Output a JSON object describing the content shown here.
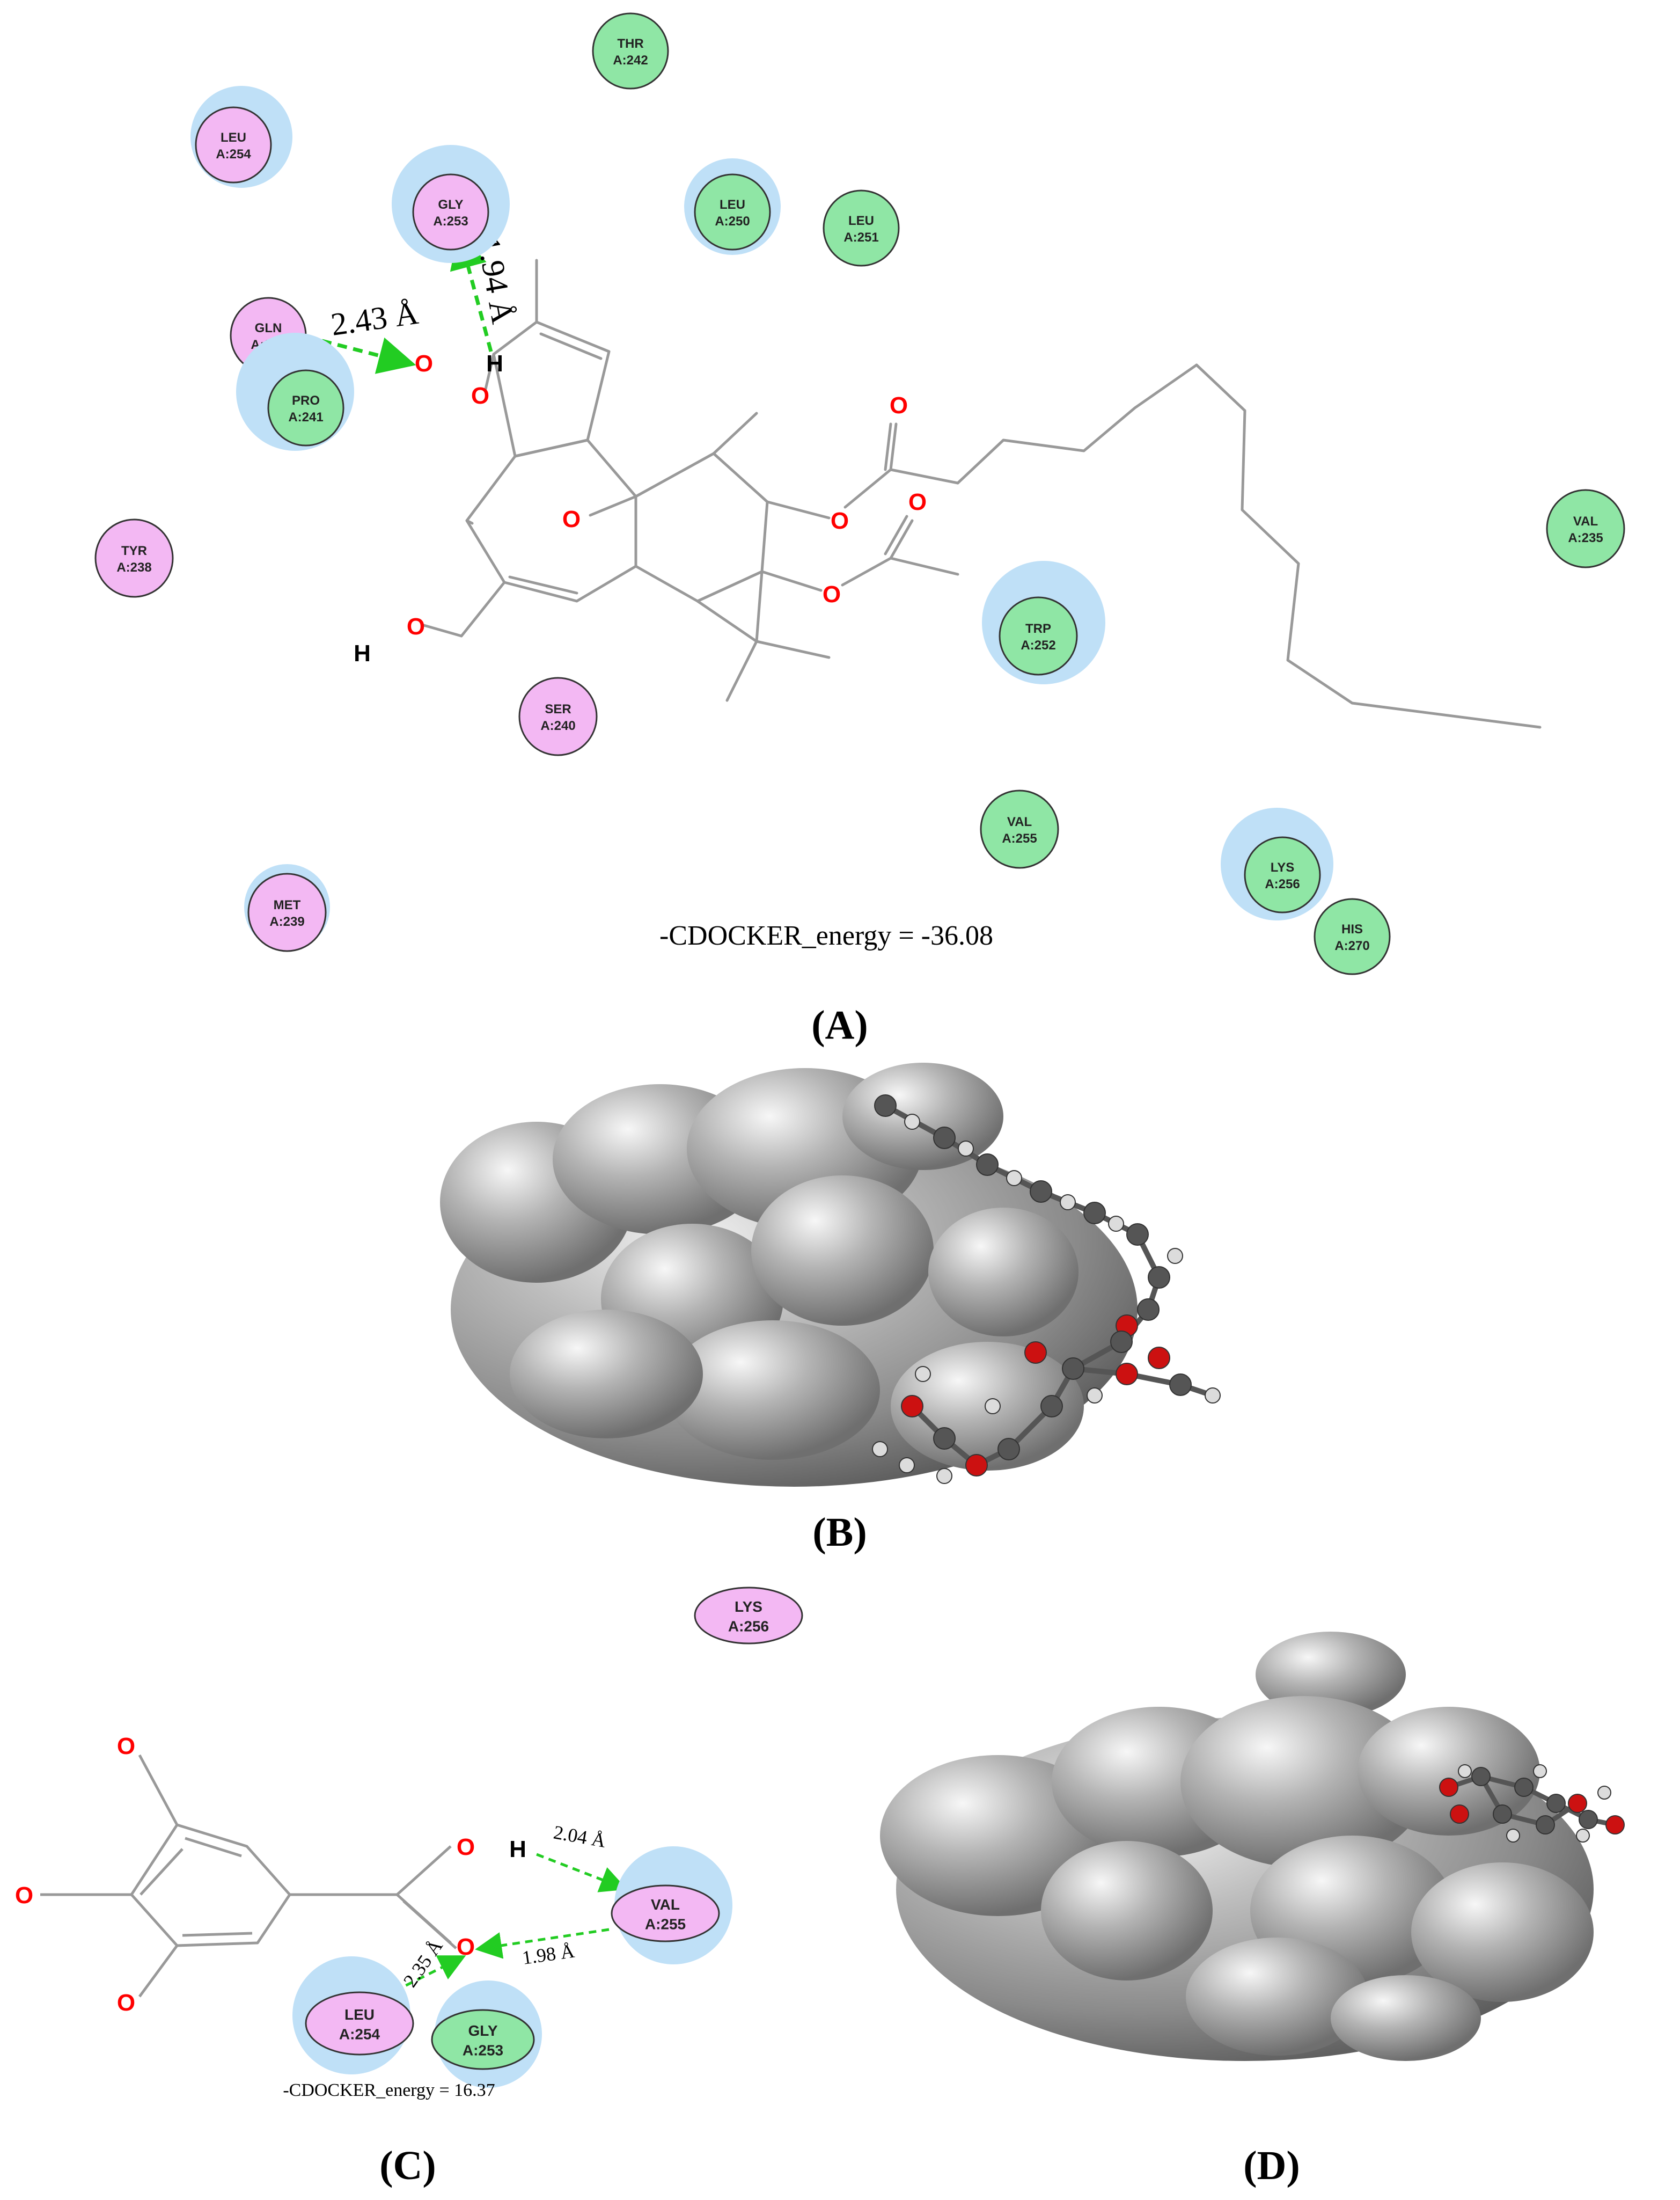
{
  "panels": {
    "a": {
      "label": "(A)",
      "energy": "-CDOCKER_energy = -36.08",
      "distances": [
        "1.94 Å",
        "2.43 Å"
      ],
      "residues": [
        {
          "name": "THR",
          "id": "A:242",
          "type": "vdw"
        },
        {
          "name": "LEU",
          "id": "A:254",
          "type": "alkyl"
        },
        {
          "name": "GLY",
          "id": "A:253",
          "type": "alkyl"
        },
        {
          "name": "LEU",
          "id": "A:250",
          "type": "vdw"
        },
        {
          "name": "LEU",
          "id": "A:251",
          "type": "vdw"
        },
        {
          "name": "GLN",
          "id": "A:257",
          "type": "alkyl"
        },
        {
          "name": "PRO",
          "id": "A:241",
          "type": "vdw"
        },
        {
          "name": "TYR",
          "id": "A:238",
          "type": "alkyl"
        },
        {
          "name": "VAL",
          "id": "A:235",
          "type": "vdw"
        },
        {
          "name": "TRP",
          "id": "A:252",
          "type": "vdw"
        },
        {
          "name": "SER",
          "id": "A:240",
          "type": "alkyl"
        },
        {
          "name": "VAL",
          "id": "A:255",
          "type": "vdw"
        },
        {
          "name": "LYS",
          "id": "A:256",
          "type": "vdw"
        },
        {
          "name": "HIS",
          "id": "A:270",
          "type": "vdw"
        },
        {
          "name": "MET",
          "id": "A:239",
          "type": "alkyl"
        }
      ]
    },
    "b": {
      "label": "(B)"
    },
    "c": {
      "label": "(C)",
      "energy": "-CDOCKER_energy = 16.37",
      "distances": [
        "2.04 Å",
        "1.98 Å",
        "2.35 Å"
      ],
      "residues": [
        {
          "name": "LYS",
          "id": "A:256",
          "type": "alkyl"
        },
        {
          "name": "VAL",
          "id": "A:255",
          "type": "alkyl"
        },
        {
          "name": "LEU",
          "id": "A:254",
          "type": "alkyl"
        },
        {
          "name": "GLY",
          "id": "A:253",
          "type": "vdw"
        }
      ]
    },
    "d": {
      "label": "(D)"
    }
  },
  "atoms": {
    "oxygen": "O",
    "hydrogen": "H"
  },
  "colors": {
    "vdw": "#8fe6a5",
    "alkyl": "#f3b8f3",
    "halo": "#bfe0f7",
    "hbond": "#22cc22",
    "oxygen": "#ff0000",
    "bond": "#999999",
    "surface": "#9a9a9a"
  }
}
